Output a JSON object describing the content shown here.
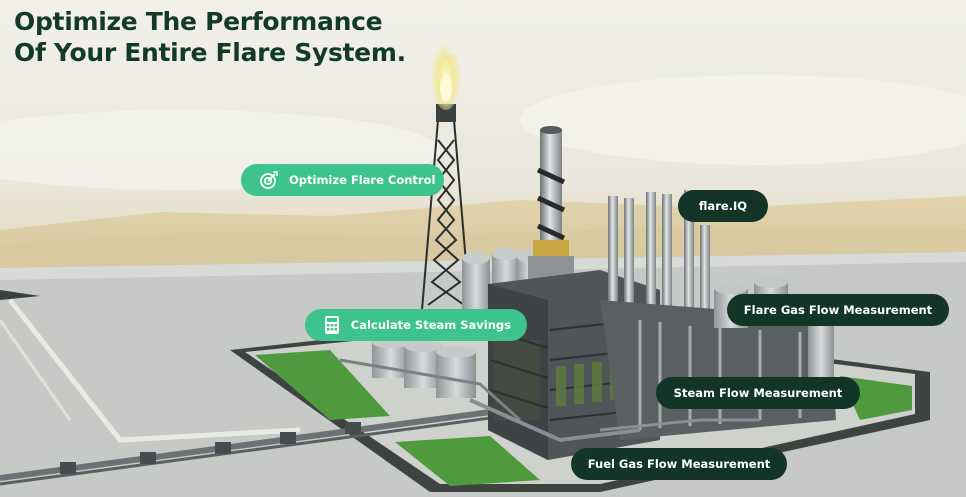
{
  "headline": {
    "line1": "Optimize The Performance",
    "line2": "Of Your Entire Flare System."
  },
  "hotspots": {
    "optimize_flare_control": {
      "label": "Optimize Flare Control",
      "icon": "target-icon"
    },
    "calculate_steam_savings": {
      "label": "Calculate Steam Savings",
      "icon": "calculator-icon"
    },
    "flare_iq": {
      "label": "flare.IQ"
    },
    "flare_gas_flow": {
      "label": "Flare Gas Flow Measurement"
    },
    "steam_flow": {
      "label": "Steam Flow Measurement"
    },
    "fuel_gas_flow": {
      "label": "Fuel Gas Flow Measurement"
    }
  },
  "colors": {
    "headline": "#123a2b",
    "pill_light": "#3cc48c",
    "pill_dark": "#123528",
    "grass": "#4f9a3e",
    "concrete": "#c9ccc8"
  }
}
